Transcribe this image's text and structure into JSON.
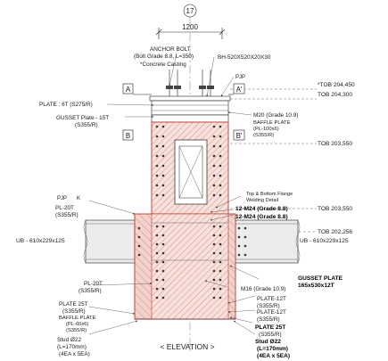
{
  "grid": {
    "bubble": "17",
    "dimension": "1200"
  },
  "section_marks": {
    "a_left": "A",
    "a_right": "A'",
    "b_left": "B",
    "b_right": "B'"
  },
  "labels": {
    "anchor_bolt": "ANCHOR BOLT",
    "anchor_bolt_spec": "(Bolt Grade 8.8, L=350)",
    "concrete_casting": "*Concrete Casting",
    "bh": "BH-520X520X20X30",
    "pjp_top": "PJP",
    "plate_6t": "PLATE : 6T (S275/R)",
    "gusset_15t": "GUSSET Plate - 15T",
    "gusset_15t_grade": "(S355/R)",
    "m20": "M20 (Grade 10.9)",
    "baffle_top": "BAFFLE PLATE",
    "baffle_top_spec": "(PL-100x6)",
    "baffle_top_grade": "(S355/R)",
    "flange_weld": "Top & Bottom Flange",
    "flange_weld_2": "Welding Detail",
    "bolt_12m24_a": "12-M24 (Grade 8.8)",
    "bolt_12m24_b": "12-M24 (Grade 8.8)",
    "pjp_left": "PJP",
    "k_mark": "K",
    "pl20t_top": "PL-20T",
    "pl20t_top_grade": "(S355/R)",
    "ub_left": "UB - 610x229x125",
    "ub_right": "UB - 610x229x125",
    "gusset_plate": "GUSSET PLATE",
    "gusset_plate_size": "165x530x12T",
    "pl20t_bot": "PL-20T",
    "pl20t_bot_grade": "(S355/R)",
    "m16": "M16 (Grade 10.9)",
    "plate_12t_a": "PLATE-12T",
    "plate_12t_a_grade": "(S355/R)",
    "plate_12t_b": "PLATE-12T",
    "plate_12t_b_grade": "(S355/R)",
    "plate_25t_left": "PLATE 25T",
    "plate_25t_left_grade": "(S355/R)",
    "baffle_bot": "BAFFLE PLATE",
    "baffle_bot_spec": "(PL-60x6)",
    "baffle_bot_grade": "(S355/R)",
    "plate_25t_right": "PLATE 25T",
    "plate_25t_right_grade": "(S355/R)",
    "stud_left": "Stud Ø22",
    "stud_left_len": "(L=170mm)",
    "stud_left_qty": "(4EA x 5EA)",
    "stud_right": "Stud Ø22",
    "stud_right_len": "(L=170mm)",
    "stud_right_qty": "(4EA x 5EA)"
  },
  "levels": [
    {
      "text": "*TOB 204,450"
    },
    {
      "text": "TOB 204,300"
    },
    {
      "text": "TOB 203,550"
    },
    {
      "text": "TOB 203,550"
    },
    {
      "text": "TOB 202,256"
    }
  ],
  "caption": "< ELEVATION >",
  "colors": {
    "column": "#c0392b",
    "hatch": "#d98b80",
    "fill": "#f7e1dc",
    "line": "#222222"
  }
}
